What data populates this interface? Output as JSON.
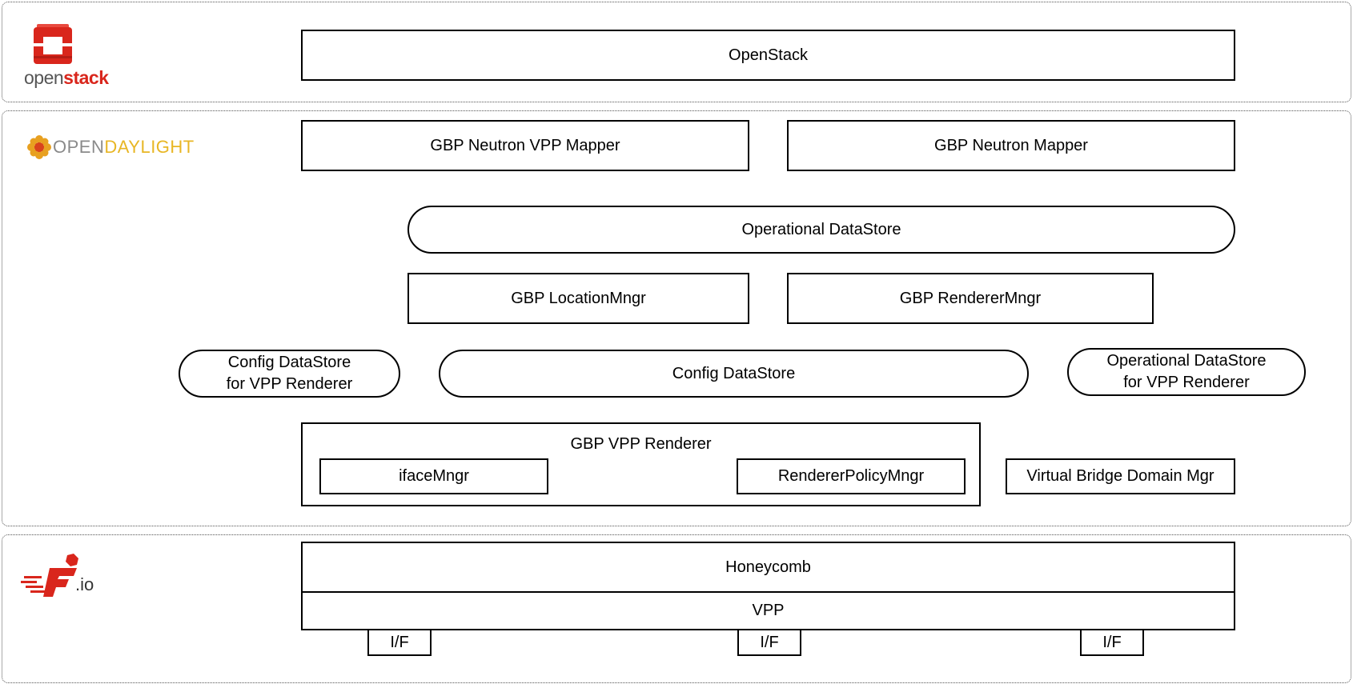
{
  "logos": {
    "openstack": {
      "part1": "open",
      "part2": "stack"
    },
    "opendaylight": {
      "part1": "OPEN",
      "part2": "DAYLIGHT"
    },
    "fdio": {
      "text": ".io"
    }
  },
  "openstack_layer": {
    "openstack_box": "OpenStack"
  },
  "odl_layer": {
    "neutron_vpp_mapper": "GBP Neutron VPP Mapper",
    "neutron_mapper": "GBP Neutron Mapper",
    "operational_datastore": "Operational DataStore",
    "location_mngr": "GBP LocationMngr",
    "renderer_mngr": "GBP RendererMngr",
    "config_datastore_vpp": {
      "line1": "Config DataStore",
      "line2": "for VPP Renderer"
    },
    "config_datastore": "Config DataStore",
    "operational_datastore_vpp": {
      "line1": "Operational DataStore",
      "line2": "for VPP Renderer"
    },
    "vpp_renderer": {
      "title": "GBP VPP Renderer",
      "iface_mngr": "ifaceMngr",
      "renderer_policy_mngr": "RendererPolicyMngr"
    },
    "virtual_bridge_domain_mgr": "Virtual Bridge Domain Mgr"
  },
  "fdio_layer": {
    "honeycomb": "Honeycomb",
    "vpp": "VPP",
    "interfaces": [
      "I/F",
      "I/F",
      "I/F"
    ]
  },
  "colors": {
    "openstack_red": "#d9261c",
    "opendaylight_gray": "#8a8a8a",
    "opendaylight_gold": "#e8b624",
    "fdio_red": "#d9261c"
  }
}
